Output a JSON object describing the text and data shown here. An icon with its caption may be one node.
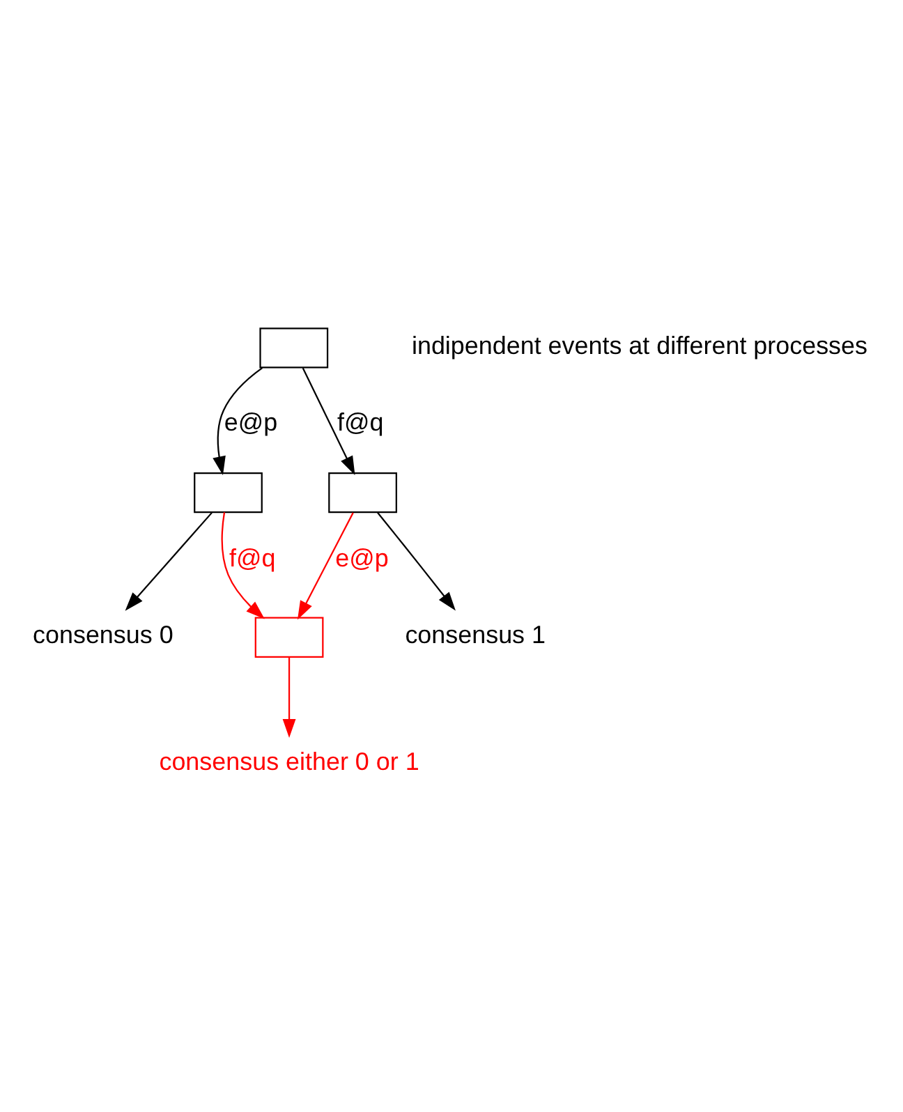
{
  "diagram": {
    "nodes": [
      {
        "text": [],
        "shape": "box"
      },
      {
        "text": [],
        "shape": "box"
      },
      {
        "text": [],
        "shape": "box"
      },
      {
        "text": [],
        "shape": "box"
      },
      {
        "text": [
          "consensus 0"
        ]
      },
      {
        "text": [
          "consensus 1"
        ]
      },
      {
        "text": [
          "consensus either 0 or 1"
        ]
      }
    ],
    "edges": [
      {
        "from": 0,
        "to": 1,
        "arrow": "to",
        "label": "e@p"
      },
      {
        "from": 0,
        "to": 2,
        "arrow": "to",
        "label": "f@q"
      },
      {
        "from": 1,
        "to": 3,
        "arrow": "to",
        "label": "f@q",
        "color": "#ff0000"
      },
      {
        "from": 2,
        "to": 3,
        "arrow": "to",
        "label": "e@p",
        "color": "#ff0000"
      },
      {
        "from": 1,
        "to": 4,
        "arrow": "to"
      },
      {
        "from": 2,
        "to": 5,
        "arrow": "to"
      },
      {
        "from": 3,
        "to": 6,
        "arrow": "to",
        "color": "#ff0000"
      }
    ],
    "labels": [
      "indipendent events at different processes"
    ]
  }
}
